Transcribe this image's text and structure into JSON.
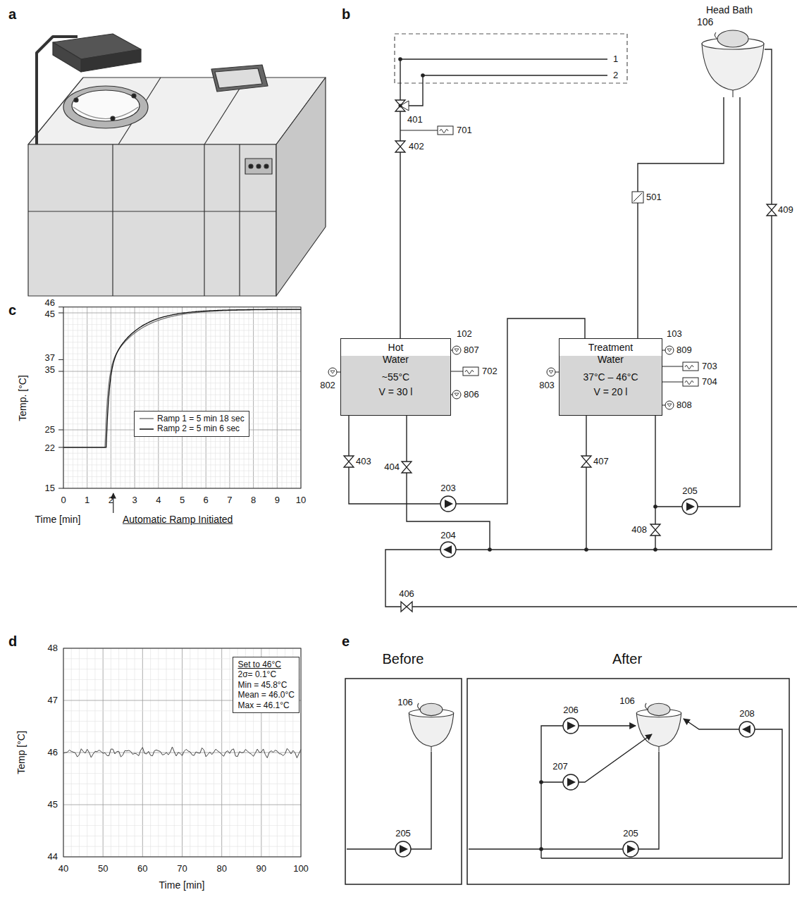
{
  "diagram": {
    "nodes": [
      {
        "text": [
          "Head Bath",
          "106"
        ]
      },
      {
        "text": [
          "Hot Water",
          "~55°C",
          "V = 30 l"
        ]
      },
      {
        "text": [
          "Treatment Water",
          "37°C – 46°C",
          "V = 20 l"
        ]
      },
      {
        "text": [
          "Set to 46°C",
          "2σ= 0.1°C",
          "Min = 45.8°C",
          "Mean = 46.0°C",
          "Max = 46.1°C"
        ]
      }
    ],
    "edges": [
      {
        "from": 1,
        "to": 2,
        "arrow": "none"
      },
      {
        "from": 2,
        "to": 0,
        "arrow": "none"
      },
      {
        "from": 0,
        "to": 2,
        "arrow": "none"
      },
      {
        "from": 0,
        "to": 1,
        "arrow": "none"
      }
    ],
    "labels": [
      "a",
      "b",
      "c",
      "d",
      "e",
      "1",
      "2",
      "401",
      "701",
      "402",
      "102",
      "802",
      "807",
      "702",
      "806",
      "403",
      "404",
      "203",
      "204",
      "406",
      "501",
      "409",
      "103",
      "803",
      "809",
      "703",
      "704",
      "808",
      "407",
      "205",
      "408",
      "46",
      "45",
      "37",
      "35",
      "25",
      "22",
      "15",
      "Temp. [°C]",
      "0",
      "1",
      "2",
      "3",
      "4",
      "5",
      "6",
      "7",
      "8",
      "9",
      "10",
      "Time [min]",
      "Automatic Ramp Initiated",
      "48",
      "47",
      "46",
      "45",
      "44",
      "Temp [°C]",
      "40",
      "50",
      "60",
      "70",
      "80",
      "90",
      "100",
      "Time [min]",
      "Before",
      "After",
      "106",
      "205",
      "106",
      "206",
      "207",
      "208",
      "205"
    ],
    "legend": [
      {
        "text": "Ramp 1 = 5 min 18 sec"
      },
      {
        "text": "Ramp 2 = 5 min 6 sec"
      }
    ]
  }
}
